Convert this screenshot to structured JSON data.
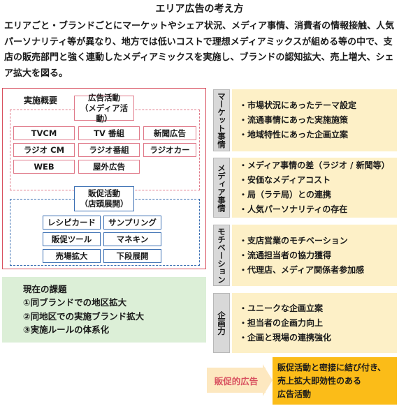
{
  "title": "エリア広告の考え方",
  "intro": "エリアごと・ブランドごとにマーケットやシェア状況、メディア事情、消費者の情報接触、人気パーソナリティ等が異なり、地方では低いコストで理想メディアミックスが組める等の中で、支店の販売部門と強く連動したメディアミックスを実施し、ブランドの認知拡大、売上増大、シェア拡大を図る。",
  "overview": {
    "label": "実施概要",
    "ad_activity": {
      "label_line1": "広告活動",
      "label_line2": "（メディア活動）",
      "items": [
        "TVCM",
        "TV 番組",
        "新聞広告",
        "ラジオ CM",
        "ラジオ番組",
        "ラジオカー",
        "WEB",
        "屋外広告"
      ]
    },
    "promo_activity": {
      "label_line1": "販促活動",
      "label_line2": "（店頭展開）",
      "items": [
        "レシピカード",
        "サンプリング",
        "販促ツール",
        "マネキン",
        "売場拡大",
        "下段展開"
      ]
    }
  },
  "issues": {
    "title": "現在の課題",
    "items": [
      "①同ブランドでの地区拡大",
      "②同地区での実施ブランド拡大",
      "③実施ルールの体系化"
    ]
  },
  "factors": [
    {
      "label": "マーケット事情",
      "bullets": [
        "・市場状況にあったテーマ設定",
        "・流通事情にあった実施施策",
        "・地域特性にあった企画立案"
      ]
    },
    {
      "label": "メディア事情",
      "bullets": [
        "・メディア事情の差（ラジオ / 新聞等）",
        "・安価なメディアコスト",
        "・局（ラテ局）との連携",
        "・人気パーソナリティの存在"
      ]
    },
    {
      "label": "モチベーション",
      "bullets": [
        "・支店営業のモチベーション",
        "・流通担当者の協力獲得",
        "・代理店、メディア関係者参加感"
      ]
    },
    {
      "label": "企画力",
      "bullets": [
        "・ユニークな企画立案",
        "・担当者の企画力向上",
        "・企画と現場の連携強化"
      ]
    }
  ],
  "promo_ad": {
    "label": "販促的広告",
    "desc_line1": "販促活動と密接に結び付き、",
    "desc_line2": "売上拡大即効性のある",
    "desc_line3": "広告活動"
  },
  "colors": {
    "frame_red": "#d8505f",
    "ad_pink": "#e07a8a",
    "promo_blue": "#3b6fb3",
    "issues_green": "#dcefd7",
    "panel_cream": "#fdf0c7",
    "highlight_orange": "#fbbc18"
  }
}
